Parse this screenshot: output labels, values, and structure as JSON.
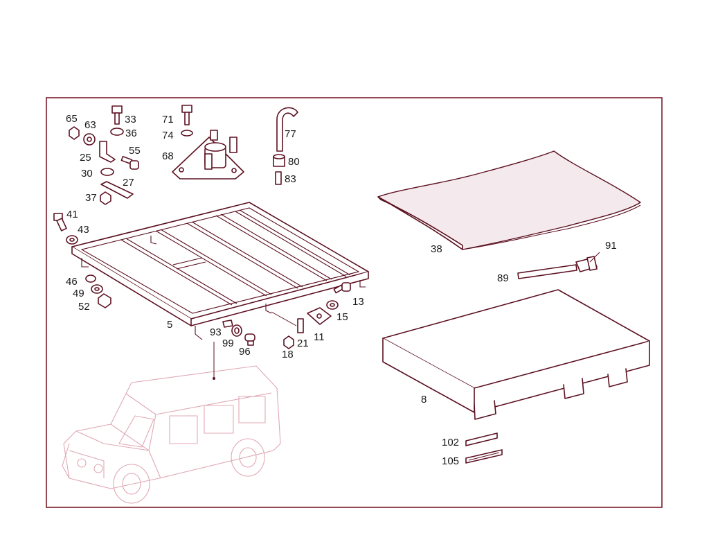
{
  "diagram": {
    "labels": {
      "p65": "65",
      "p63": "63",
      "p33": "33",
      "p36": "36",
      "p25": "25",
      "p55": "55",
      "p30": "30",
      "p27": "27",
      "p37": "37",
      "p71": "71",
      "p74": "74",
      "p68": "68",
      "p77": "77",
      "p80": "80",
      "p83": "83",
      "p41": "41",
      "p43": "43",
      "p46": "46",
      "p49": "49",
      "p52": "52",
      "p5": "5",
      "p93": "93",
      "p99": "99",
      "p96": "96",
      "p21": "21",
      "p18": "18",
      "p11": "11",
      "p15": "15",
      "p13": "13",
      "p38": "38",
      "p91": "91",
      "p89": "89",
      "p8": "8",
      "p102": "102",
      "p105": "105"
    },
    "colors": {
      "frame": "#7a1a2a",
      "line": "#5b1020",
      "vehicle": "#e0a8b4"
    },
    "icons": [
      "roof-rack-icon",
      "tarpaulin-icon",
      "box-icon",
      "vehicle-icon",
      "bolt-icon",
      "nut-icon",
      "washer-icon"
    ]
  }
}
